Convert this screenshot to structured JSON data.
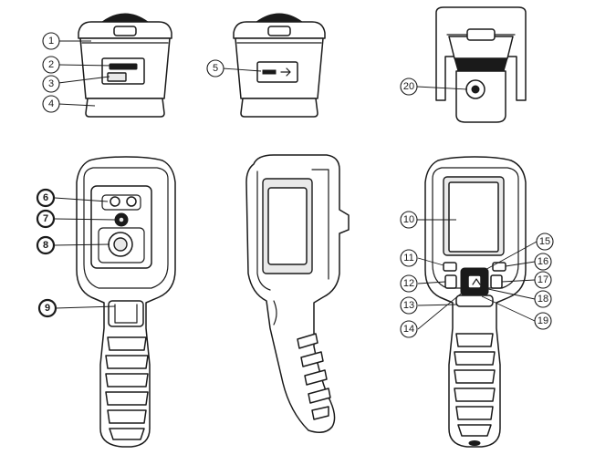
{
  "callouts": [
    {
      "label": "1",
      "style": "thin"
    },
    {
      "label": "2",
      "style": "thin"
    },
    {
      "label": "3",
      "style": "thin"
    },
    {
      "label": "4",
      "style": "thin"
    },
    {
      "label": "5",
      "style": "thin"
    },
    {
      "label": "6",
      "style": "bold"
    },
    {
      "label": "7",
      "style": "bold"
    },
    {
      "label": "8",
      "style": "bold"
    },
    {
      "label": "9",
      "style": "bold"
    },
    {
      "label": "10",
      "style": "thin"
    },
    {
      "label": "11",
      "style": "thin"
    },
    {
      "label": "12",
      "style": "thin"
    },
    {
      "label": "13",
      "style": "thin"
    },
    {
      "label": "14",
      "style": "thin"
    },
    {
      "label": "15",
      "style": "thin"
    },
    {
      "label": "16",
      "style": "thin"
    },
    {
      "label": "17",
      "style": "thin"
    },
    {
      "label": "18",
      "style": "thin"
    },
    {
      "label": "19",
      "style": "thin"
    },
    {
      "label": "20",
      "style": "thin"
    }
  ]
}
